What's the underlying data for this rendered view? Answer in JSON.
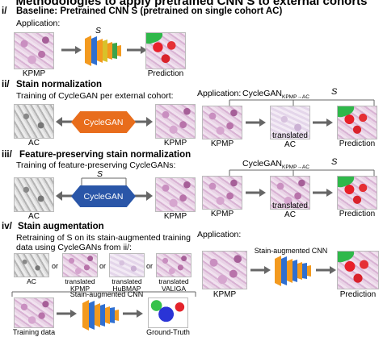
{
  "title": "Methodologies to apply pretrained CNN S to external cohorts",
  "sections": {
    "i": {
      "num": "i/",
      "head": "Baseline: Pretrained CNN S (pretrained on single cohort AC)",
      "application": "Application:",
      "s_label": "S",
      "input_label": "KPMP",
      "output_label": "Prediction"
    },
    "ii": {
      "num": "ii/",
      "head": "Stain normalization",
      "training": "Training of CycleGAN per external cohort:",
      "gan_label": "CycleGAN",
      "left_label": "AC",
      "right_label": "KPMP",
      "application": "Application:",
      "cyclegan_map": "CycleGAN",
      "cyclegan_sub": "KPMP→AC",
      "s_label": "S",
      "input_label": "KPMP",
      "mid_label_1": "translated",
      "mid_label_2": "AC",
      "output_label": "Prediction"
    },
    "iii": {
      "num": "iii/",
      "head": "Feature-preserving stain normalization",
      "training": "Training of feature-preserving CycleGANs:",
      "gan_label": "CycleGAN",
      "s_label": "S",
      "left_label": "AC",
      "right_label": "KPMP",
      "cyclegan_map": "CycleGAN",
      "cyclegan_sub": "KPMP→AC",
      "s2_label": "S",
      "input_label": "KPMP",
      "mid_label_1": "translated",
      "mid_label_2": "AC",
      "output_label": "Prediction"
    },
    "iv": {
      "num": "iv/",
      "head": "Stain augmentation",
      "desc_1": "Retraining of S on its stain-augmented training",
      "desc_2": "data using CycleGANs from ii/:",
      "or": "or",
      "tiles": [
        "AC",
        "translated KPMP",
        "translated HuBMAP",
        "translated VALIGA"
      ],
      "training_cnn": "Stain-augmented CNN",
      "training_data": "Training data",
      "ground_truth": "Ground-Truth",
      "application": "Application:",
      "app_cnn": "Stain-augmented CNN",
      "input_label": "KPMP",
      "output_label": "Prediction"
    }
  },
  "colors": {
    "arrow": "#666666",
    "cnn_orange": "#f39a1f",
    "cyclegan_orange": "#e86d1c",
    "cyclegan_blue": "#2a56a8",
    "prediction_red": "#e8202a",
    "gt_blue": "#2a34d6",
    "gt_green": "#36c24a"
  },
  "icons": [
    "cnn-network-icon",
    "double-headed-arrow-icon",
    "flow-arrow-icon"
  ]
}
